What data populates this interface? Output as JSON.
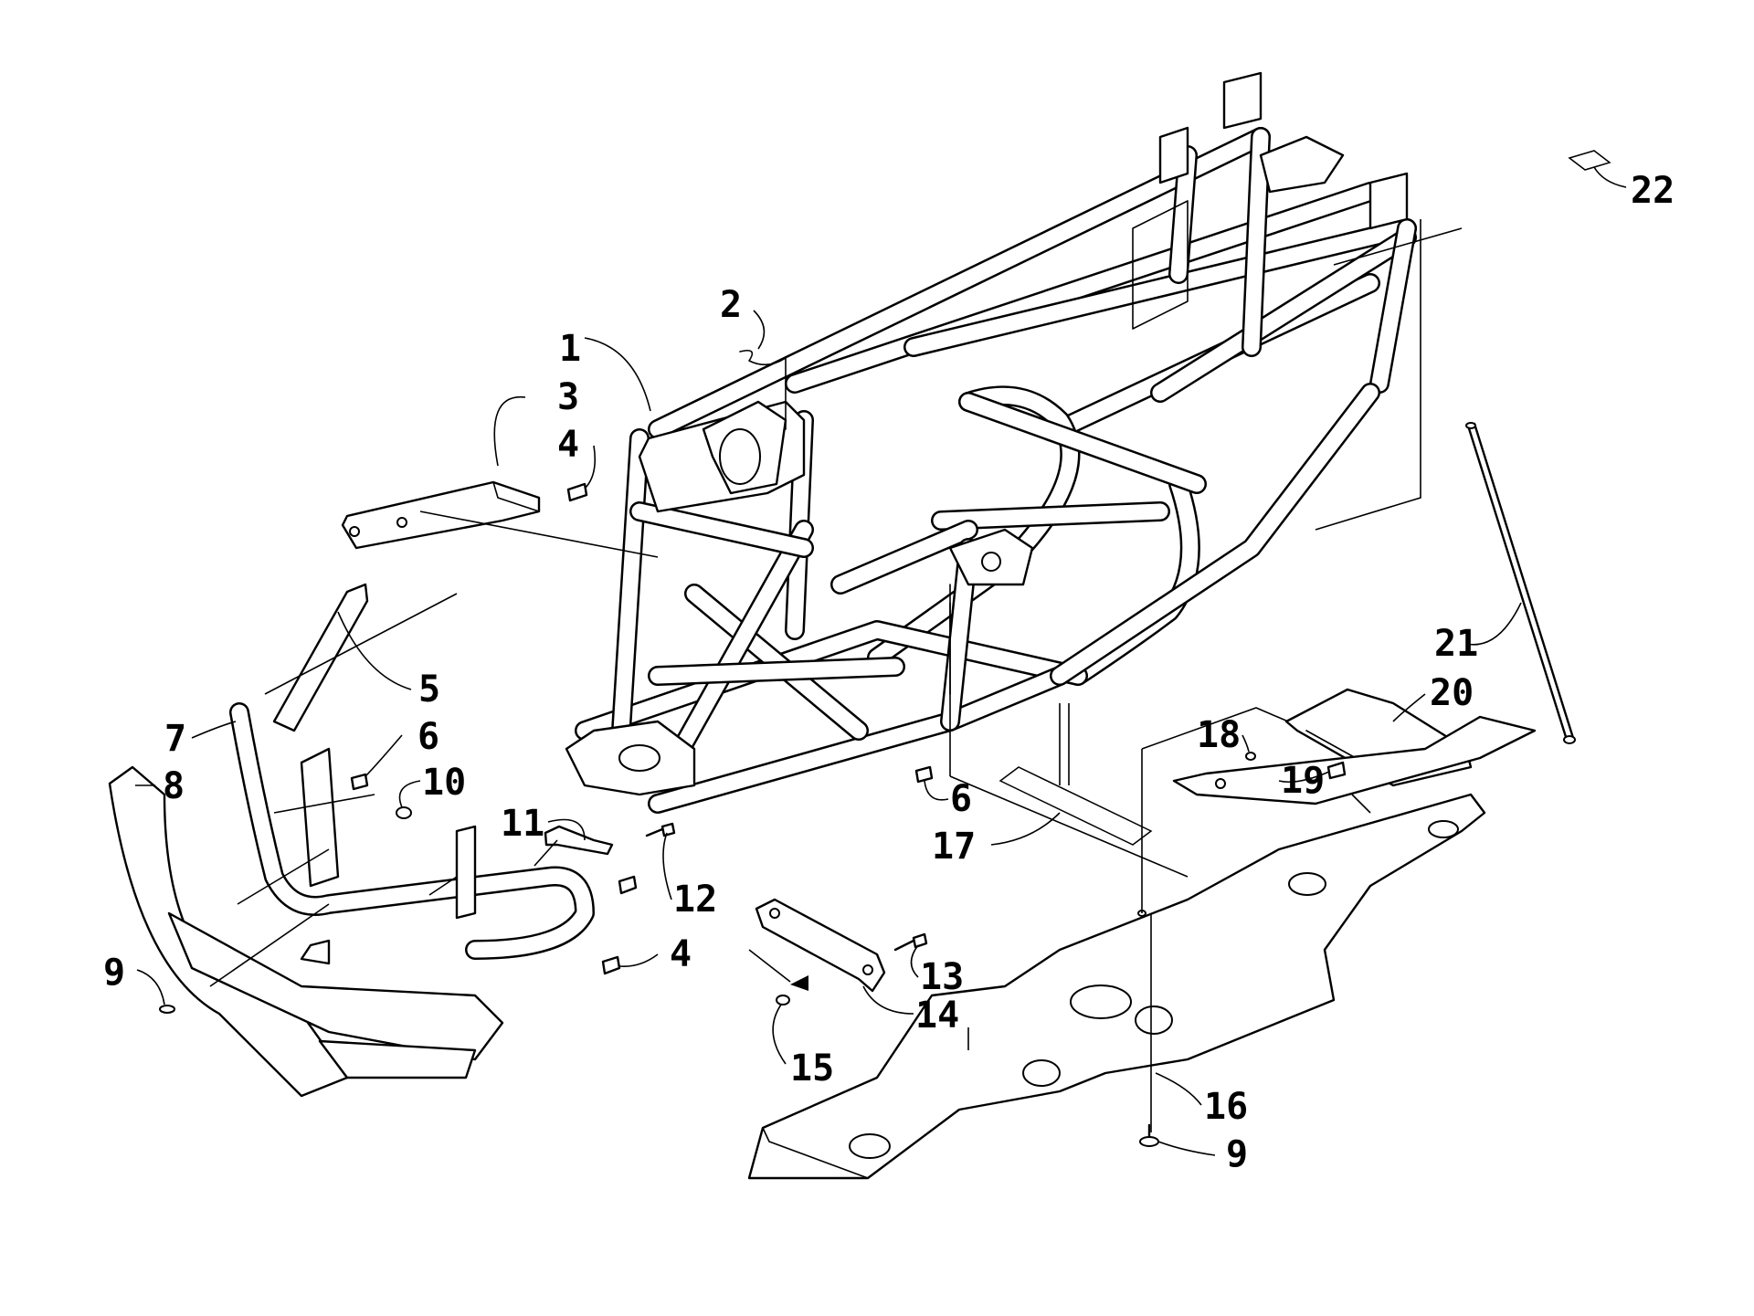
{
  "callouts": [
    {
      "id": "c1",
      "label": "1"
    },
    {
      "id": "c2",
      "label": "2"
    },
    {
      "id": "c3",
      "label": "3"
    },
    {
      "id": "c4a",
      "label": "4"
    },
    {
      "id": "c5",
      "label": "5"
    },
    {
      "id": "c6a",
      "label": "6"
    },
    {
      "id": "c7",
      "label": "7"
    },
    {
      "id": "c8",
      "label": "8"
    },
    {
      "id": "c9a",
      "label": "9"
    },
    {
      "id": "c10",
      "label": "10"
    },
    {
      "id": "c11",
      "label": "11"
    },
    {
      "id": "c12",
      "label": "12"
    },
    {
      "id": "c4b",
      "label": "4"
    },
    {
      "id": "c6b",
      "label": "6"
    },
    {
      "id": "c13",
      "label": "13"
    },
    {
      "id": "c14",
      "label": "14"
    },
    {
      "id": "c15",
      "label": "15"
    },
    {
      "id": "c16",
      "label": "16"
    },
    {
      "id": "c9b",
      "label": "9"
    },
    {
      "id": "c17",
      "label": "17"
    },
    {
      "id": "c18",
      "label": "18"
    },
    {
      "id": "c19",
      "label": "19"
    },
    {
      "id": "c20",
      "label": "20"
    },
    {
      "id": "c21",
      "label": "21"
    },
    {
      "id": "c22",
      "label": "22"
    }
  ]
}
